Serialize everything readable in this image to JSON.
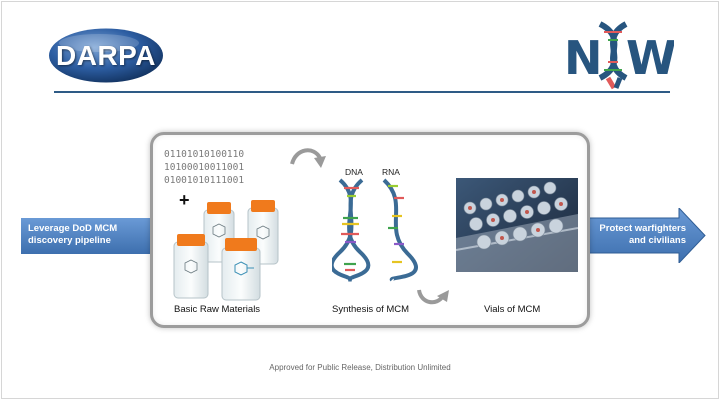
{
  "header": {
    "darpa_logo_text": "DARPA",
    "now_logo_text": "NOW"
  },
  "pipeline": {
    "left_arrow_text": "Leverage DoD MCM discovery pipeline",
    "right_arrow_text": "Protect warfighters and civilians"
  },
  "panel": {
    "binary_lines": [
      "01101010100110",
      "10100010011001",
      "01001010111001"
    ],
    "plus": "+",
    "dna_label": "DNA",
    "rna_label": "RNA",
    "captions": {
      "raw": "Basic Raw Materials",
      "synthesis": "Synthesis of MCM",
      "vials": "Vials of MCM"
    }
  },
  "footer": {
    "text": "Approved for Public Release, Distribution Unlimited"
  },
  "colors": {
    "brand_blue": "#2e5b86",
    "arrow_blue": "#4a7fc1",
    "bottle_cap": "#f07a1c"
  }
}
